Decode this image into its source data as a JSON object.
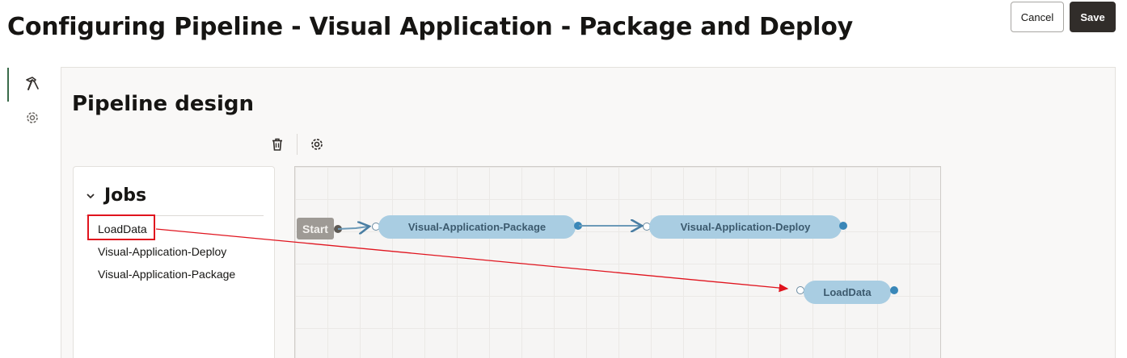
{
  "header": {
    "title": "Configuring Pipeline - Visual Application - Package and Deploy",
    "cancel_label": "Cancel",
    "save_label": "Save"
  },
  "sidebar": {
    "items": [
      {
        "icon": "hammer-icon",
        "active": true
      },
      {
        "icon": "gear-icon",
        "active": false
      }
    ]
  },
  "main": {
    "section_title": "Pipeline design",
    "toolbar": {
      "icons": [
        "trash-icon",
        "settings-icon"
      ]
    }
  },
  "jobs": {
    "title": "Jobs",
    "items": [
      "LoadData",
      "Visual-Application-Deploy",
      "Visual-Application-Package"
    ],
    "highlighted": "LoadData"
  },
  "canvas": {
    "start_label": "Start",
    "nodes": [
      {
        "label": "Visual-Application-Package"
      },
      {
        "label": "Visual-Application-Deploy"
      },
      {
        "label": "LoadData"
      }
    ]
  },
  "colors": {
    "accent_dark": "#312d2a",
    "node_fill": "#a9cde2",
    "node_text": "#3c5a6e",
    "port_blue": "#3a87b8",
    "annotation_red": "#e0141e",
    "start_gray": "#9e9a95"
  }
}
